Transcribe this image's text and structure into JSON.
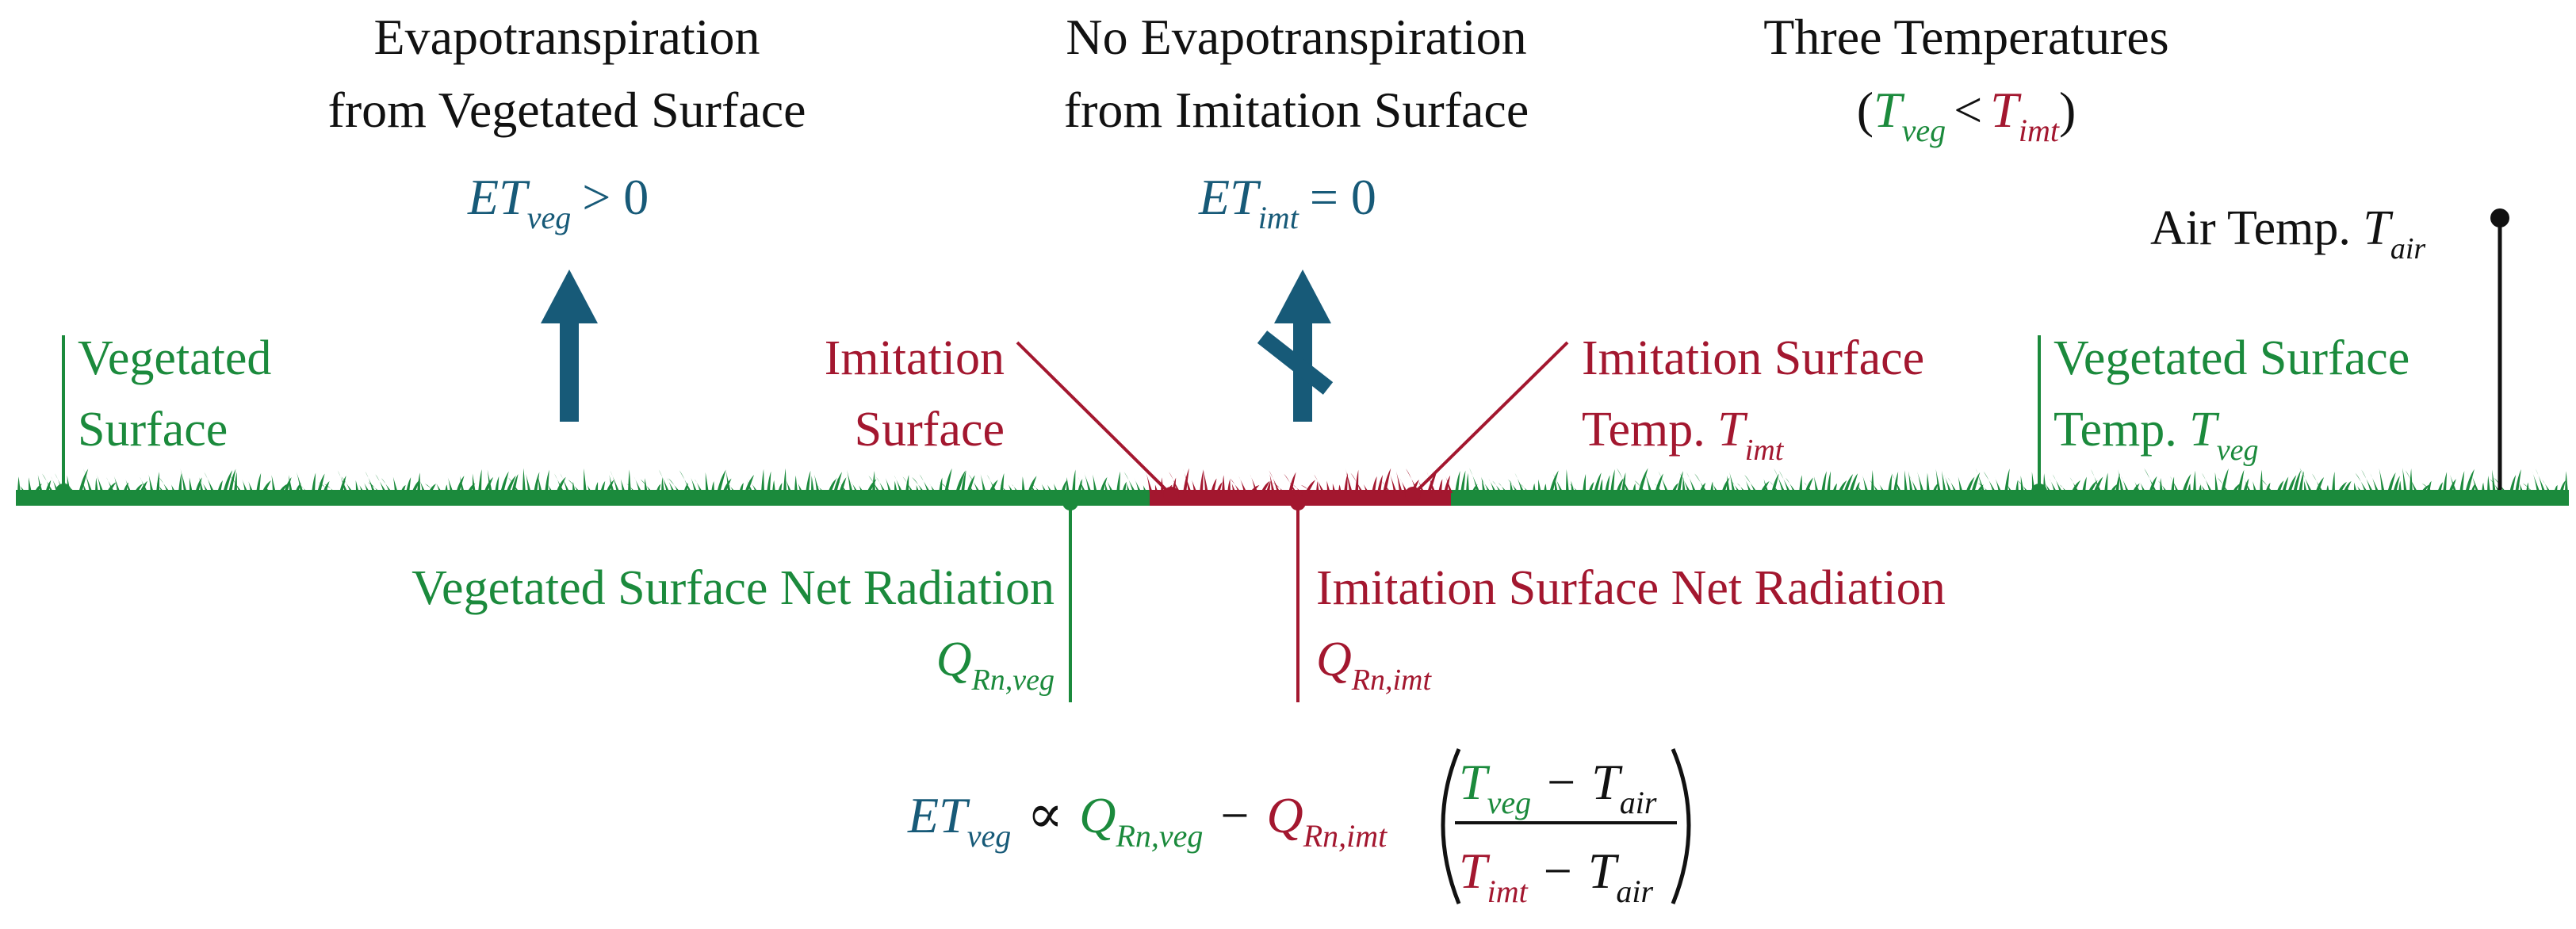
{
  "colors": {
    "black": "#111111",
    "vegetated_green": "#1b8a3c",
    "imitation_red": "#a3172f",
    "evapotranspiration_blue": "#175a78"
  },
  "headers": {
    "vegetated": {
      "line1": "Evapotranspiration",
      "line2": "from Vegetated Surface"
    },
    "imitation": {
      "line1": "No Evapotranspiration",
      "line2": "from Imitation Surface"
    },
    "temperatures": {
      "line1": "Three Temperatures",
      "open_paren": "(",
      "t_veg_main": "T",
      "t_veg_sub": "veg",
      "less_than": "<",
      "t_imt_main": "T",
      "t_imt_sub": "imt",
      "close_paren": ")"
    }
  },
  "et_veg_expr": {
    "main": "ET",
    "sub": "veg",
    "rest": "> 0"
  },
  "et_imt_expr": {
    "main": "ET",
    "sub": "imt",
    "rest": "= 0"
  },
  "labels": {
    "vegetated_surface": {
      "line1": "Vegetated",
      "line2": "Surface"
    },
    "imitation_surface": {
      "line1": "Imitation",
      "line2": "Surface"
    },
    "imitation_temp": {
      "line1": "Imitation Surface",
      "line2_text": "Temp. ",
      "main": "T",
      "sub": "imt"
    },
    "vegetated_temp": {
      "line1": "Vegetated Surface",
      "line2_text": "Temp. ",
      "main": "T",
      "sub": "veg"
    },
    "air_temp": {
      "text": "Air Temp. ",
      "main": "T",
      "sub": "air"
    },
    "veg_net_radiation": {
      "line1": "Vegetated Surface Net Radiation",
      "main": "Q",
      "sub": "Rn,veg"
    },
    "imt_net_radiation": {
      "line1": "Imitation Surface Net Radiation",
      "main": "Q",
      "sub": "Rn,imt"
    }
  },
  "equation": {
    "et_main": "ET",
    "et_sub": "veg",
    "proportional": "∝",
    "q_veg_main": "Q",
    "q_veg_sub": "Rn,veg",
    "minus": "−",
    "q_imt_main": "Q",
    "q_imt_sub": "Rn,imt",
    "num_t1_main": "T",
    "num_t1_sub": "veg",
    "num_minus": "−",
    "num_t2_main": "T",
    "num_t2_sub": "air",
    "den_t1_main": "T",
    "den_t1_sub": "imt",
    "den_minus": "−",
    "den_t2_main": "T",
    "den_t2_sub": "air"
  }
}
